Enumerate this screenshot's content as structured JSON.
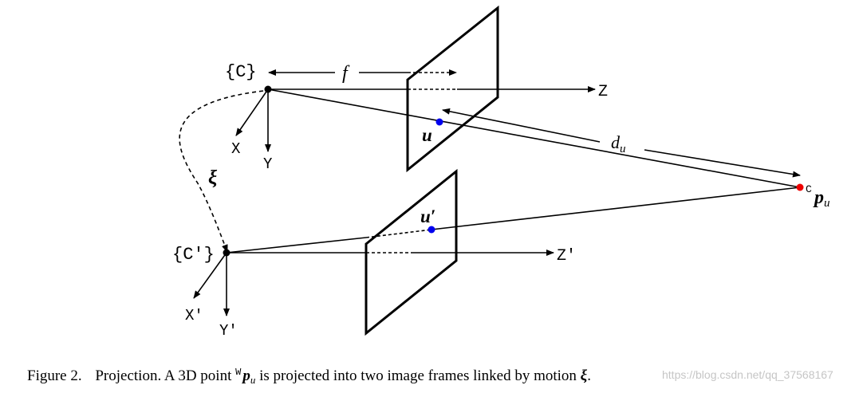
{
  "labels": {
    "frame_c": "{C}",
    "frame_c_prime": "{C′}",
    "focal": "f",
    "z": "Z",
    "z_prime": "Z′",
    "x": "X",
    "y": "Y",
    "x_prime": "X′",
    "y_prime": "Y′",
    "u": "u",
    "u_prime": "u′",
    "du": "d",
    "du_sub": "u",
    "xi": "ξ",
    "point_sup": "C",
    "point_main": "p",
    "point_sub": "u"
  },
  "caption": {
    "label": "Figure 2.",
    "text_before": "Projection. A 3D point",
    "sup": "W",
    "symbol": "p",
    "symbol_sub": "u",
    "text_after": "is projected into two image frames linked by motion",
    "motion": "ξ",
    "end": "."
  },
  "watermark": "https://blog.csdn.net/qq_37568167",
  "colors": {
    "line": "#000000",
    "image_point": "#0000ee",
    "world_point": "#ee0000"
  }
}
